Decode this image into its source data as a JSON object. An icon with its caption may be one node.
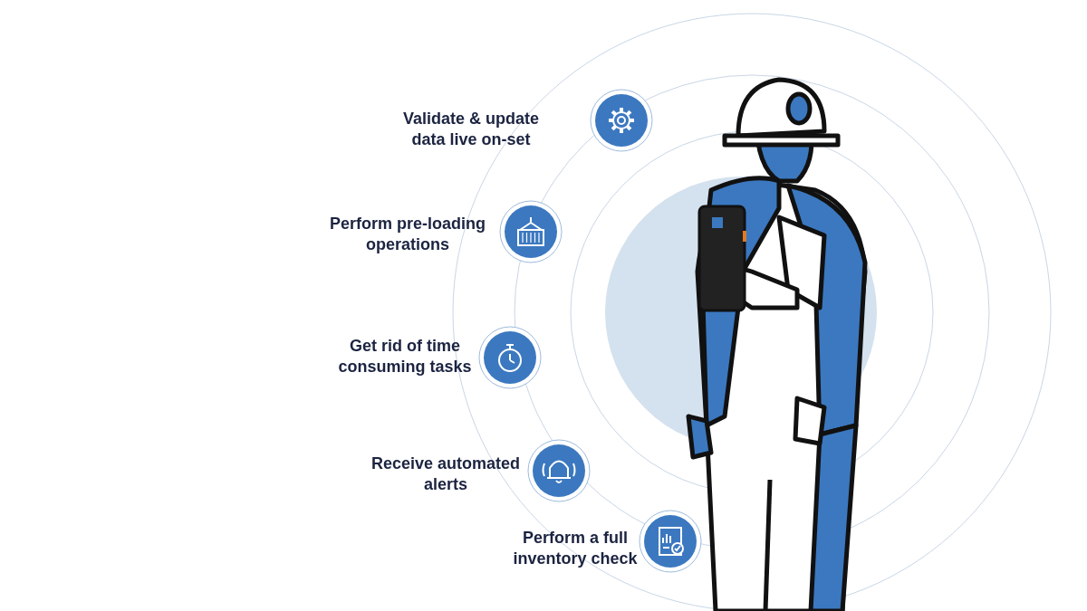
{
  "diagram": {
    "labels": [
      "Validate & update data live on-set",
      "Perform pre-loading operations",
      "Get rid of time consuming tasks",
      "Receive automated alerts",
      "Perform a full inventory check"
    ]
  }
}
